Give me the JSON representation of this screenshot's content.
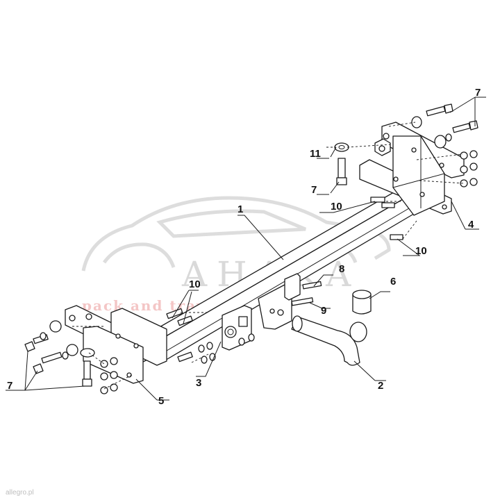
{
  "watermark": {
    "brand": "AHAKA",
    "tagline": "pack and travel"
  },
  "credit": "allegro.pl",
  "colors": {
    "line": "#1a1a1a",
    "watermark": "#d9d9d9",
    "watermark_tag": "#f4c6c6"
  },
  "callouts": {
    "main_beam": "1",
    "tow_ball": "2",
    "socket_plate": "3",
    "right_bracket": "4",
    "left_bracket": "5",
    "ball_cap": "6",
    "bolts_top_right": "7",
    "bolt_mid": "7",
    "bolts_left": "7",
    "bolt_8": "8",
    "bolt_9": "9",
    "bolt_10_top": "10",
    "bolt_10_right": "10",
    "bolt_10_left": "10",
    "washer_11": "11"
  }
}
